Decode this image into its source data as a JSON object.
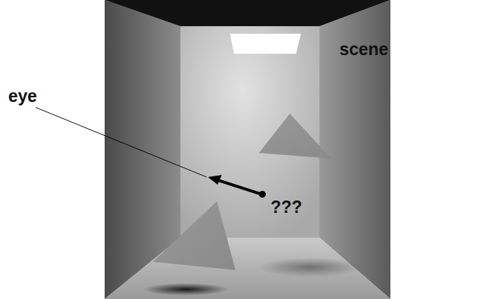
{
  "diagram": {
    "labels": [
      "eye",
      "scene",
      "???"
    ]
  }
}
